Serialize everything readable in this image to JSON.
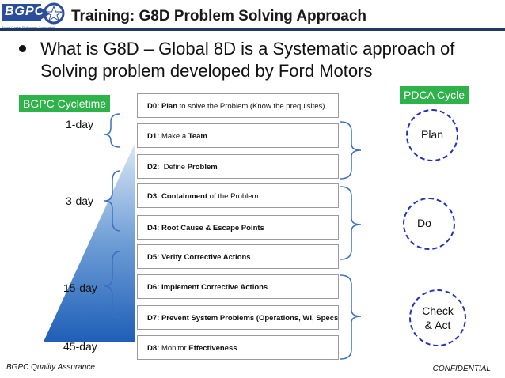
{
  "header": {
    "logo_text": "BGPC",
    "logo_subtext": "Bosch Gasket Philippines Corporation",
    "title": "Training: G8D Problem Solving Approach"
  },
  "bullet": {
    "text": "What is G8D – Global 8D is a Systematic approach of Solving problem developed by Ford Motors"
  },
  "labels": {
    "cycletime": "BGPC Cycletime",
    "pdca": "PDCA Cycle"
  },
  "days": [
    "1-day",
    "3-day",
    "15-day",
    "45-day"
  ],
  "steps": [
    {
      "code": "D0:",
      "bold": "Plan",
      "text": " to solve the Problem (Know the prequisites)"
    },
    {
      "code": "D1:",
      "plain": " Make a ",
      "bold": "Team"
    },
    {
      "code": "D2:",
      "plain": "  Define ",
      "bold": "Problem"
    },
    {
      "code": "D3:",
      "bold": "Containment",
      "text": " of the Problem"
    },
    {
      "code": "D4:",
      "bold": "Root Cause & Escape Points"
    },
    {
      "code": "D5:",
      "bold": "Verify Corrective Actions"
    },
    {
      "code": "D6:",
      "bold": "Implement Corrective Actions"
    },
    {
      "code": "D7:",
      "bold": "Prevent System Problems (Operations, WI, Specs)"
    },
    {
      "code": "D8:",
      "plain": " Monitor ",
      "bold": "Effectiveness"
    }
  ],
  "pdca_phases": [
    "Plan",
    "Do",
    "Check",
    "& Act"
  ],
  "footer": {
    "left": "BGPC Quality Assurance",
    "right": "CONFIDENTIAL"
  },
  "colors": {
    "title_bar": "#1f3864",
    "label_green": "#2eb34a",
    "circle_dash": "#2233bb",
    "pyramid_light": "#c5d8ee",
    "pyramid_dark": "#1f5fb8"
  }
}
